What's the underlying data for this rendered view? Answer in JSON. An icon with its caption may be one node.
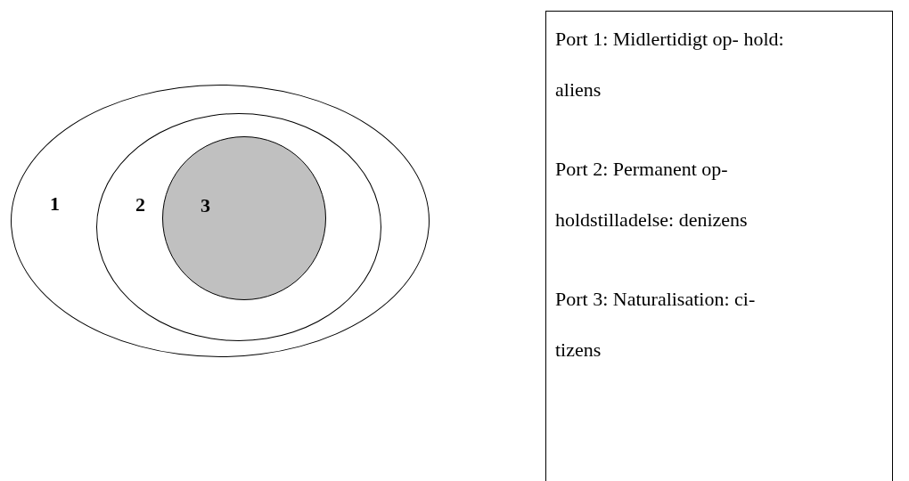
{
  "diagram": {
    "nodes": [
      {
        "text": [
          "1"
        ]
      },
      {
        "text": [
          "2"
        ],
        "in": 0
      },
      {
        "text": [
          "3"
        ],
        "in": 1
      },
      {
        "text": [
          "Port 1: Midlertidigt op- hold: aliens",
          "Port 2: Permanent op- holdstilladelse: denizens",
          "Port 3: Naturalisation: ci- tizens"
        ]
      }
    ]
  }
}
